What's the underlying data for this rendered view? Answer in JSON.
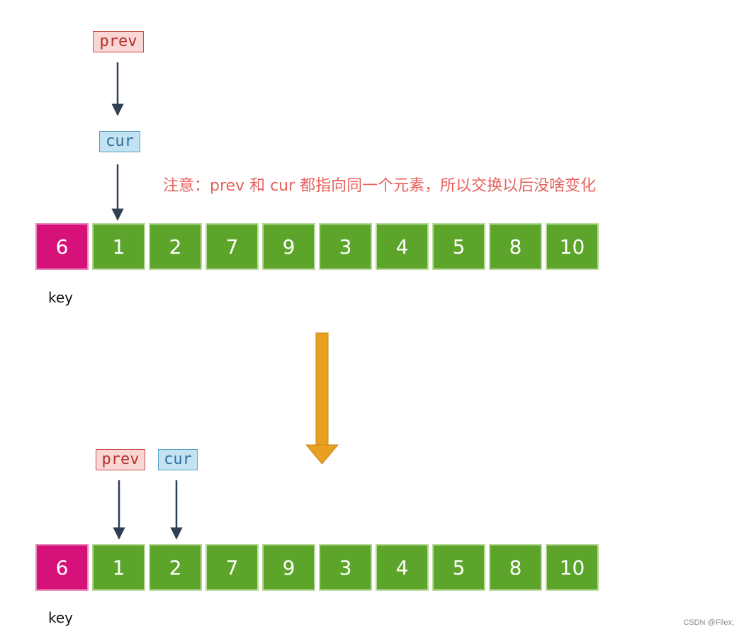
{
  "top": {
    "prev_label": "prev",
    "cur_label": "cur",
    "note": "注意：prev 和 cur 都指向同一个元素，所以交换以后没啥变化",
    "array": [
      "6",
      "1",
      "2",
      "7",
      "9",
      "3",
      "4",
      "5",
      "8",
      "10"
    ],
    "key_label": "key"
  },
  "bottom": {
    "prev_label": "prev",
    "cur_label": "cur",
    "array": [
      "6",
      "1",
      "2",
      "7",
      "9",
      "3",
      "4",
      "5",
      "8",
      "10"
    ],
    "key_label": "key"
  },
  "watermark": "CSDN @Filex;",
  "colors": {
    "key_cell": "#d6127a",
    "normal_cell": "#5ca52a",
    "pointer_arrow": "#2f3f56",
    "transition_arrow": "#e8a020",
    "note_text": "#e8605c",
    "prev_fill": "#f9d7d5",
    "cur_fill": "#c3e3f3"
  }
}
